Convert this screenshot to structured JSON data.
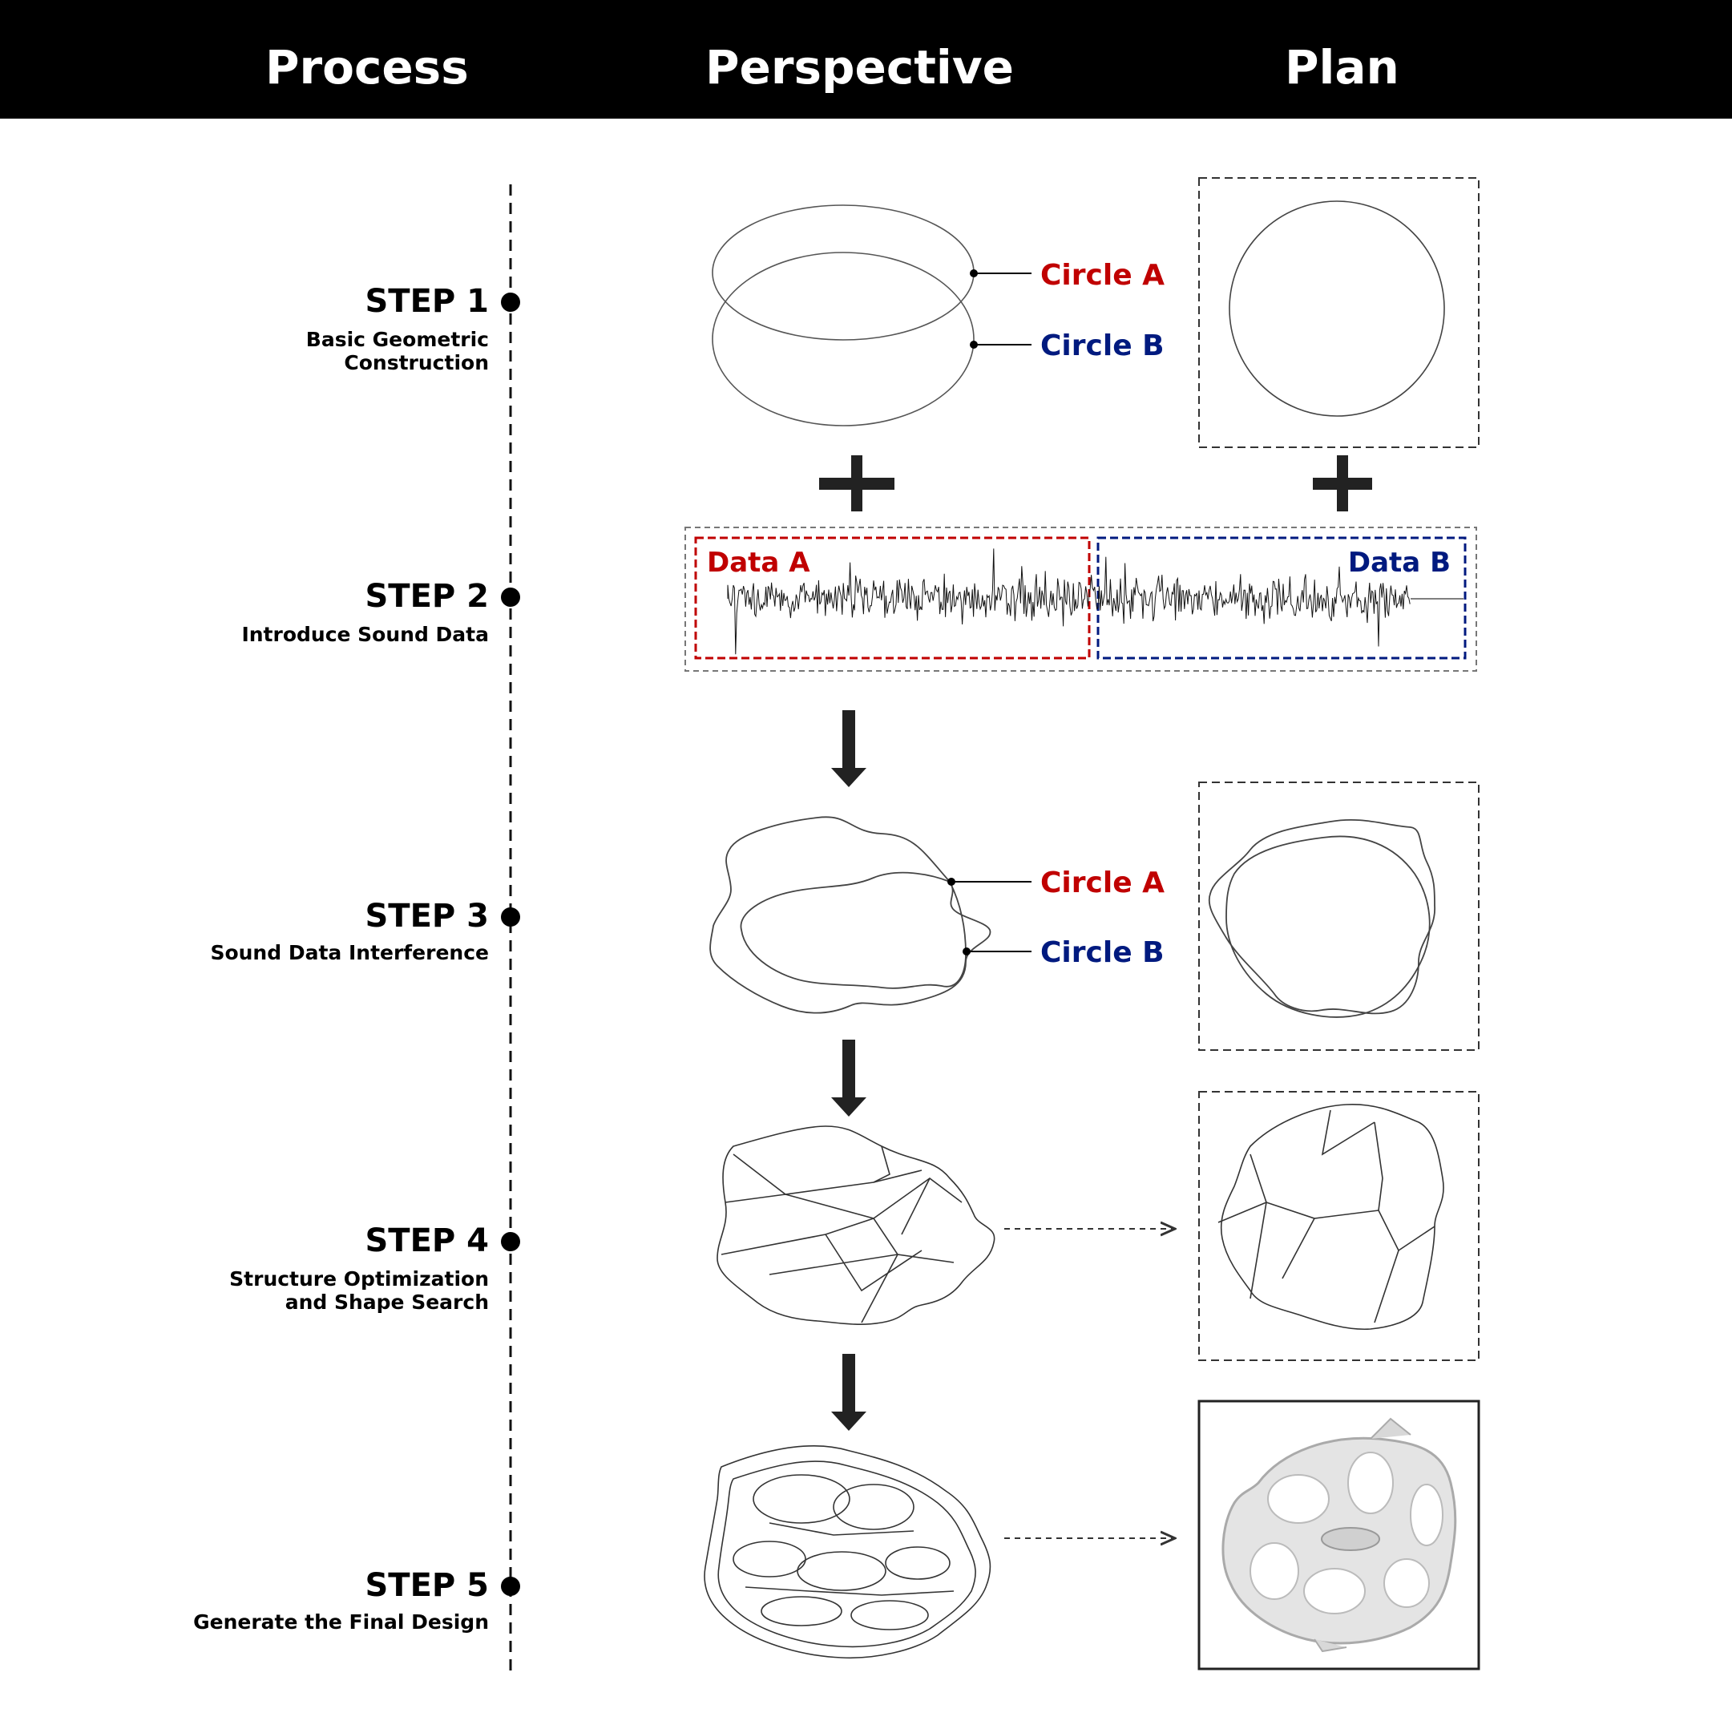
{
  "header": {
    "columns": [
      "Process",
      "Perspective",
      "Plan"
    ]
  },
  "steps": [
    {
      "title": "STEP 1",
      "subtitle_lines": [
        "Basic Geometric",
        "Construction"
      ]
    },
    {
      "title": "STEP 2",
      "subtitle_lines": [
        "Introduce Sound Data"
      ]
    },
    {
      "title": "STEP 3",
      "subtitle_lines": [
        "Sound Data Interference"
      ]
    },
    {
      "title": "STEP 4",
      "subtitle_lines": [
        "Structure Optimization",
        "and Shape Search"
      ]
    },
    {
      "title": "STEP 5",
      "subtitle_lines": [
        "Generate the Final Design"
      ]
    }
  ],
  "labels": {
    "circle_a": "Circle A",
    "circle_b": "Circle B",
    "data_a": "Data A",
    "data_b": "Data B"
  },
  "colors": {
    "red": "#c00000",
    "blue": "#001a7f",
    "header_bg": "#000000",
    "line": "#333333"
  }
}
